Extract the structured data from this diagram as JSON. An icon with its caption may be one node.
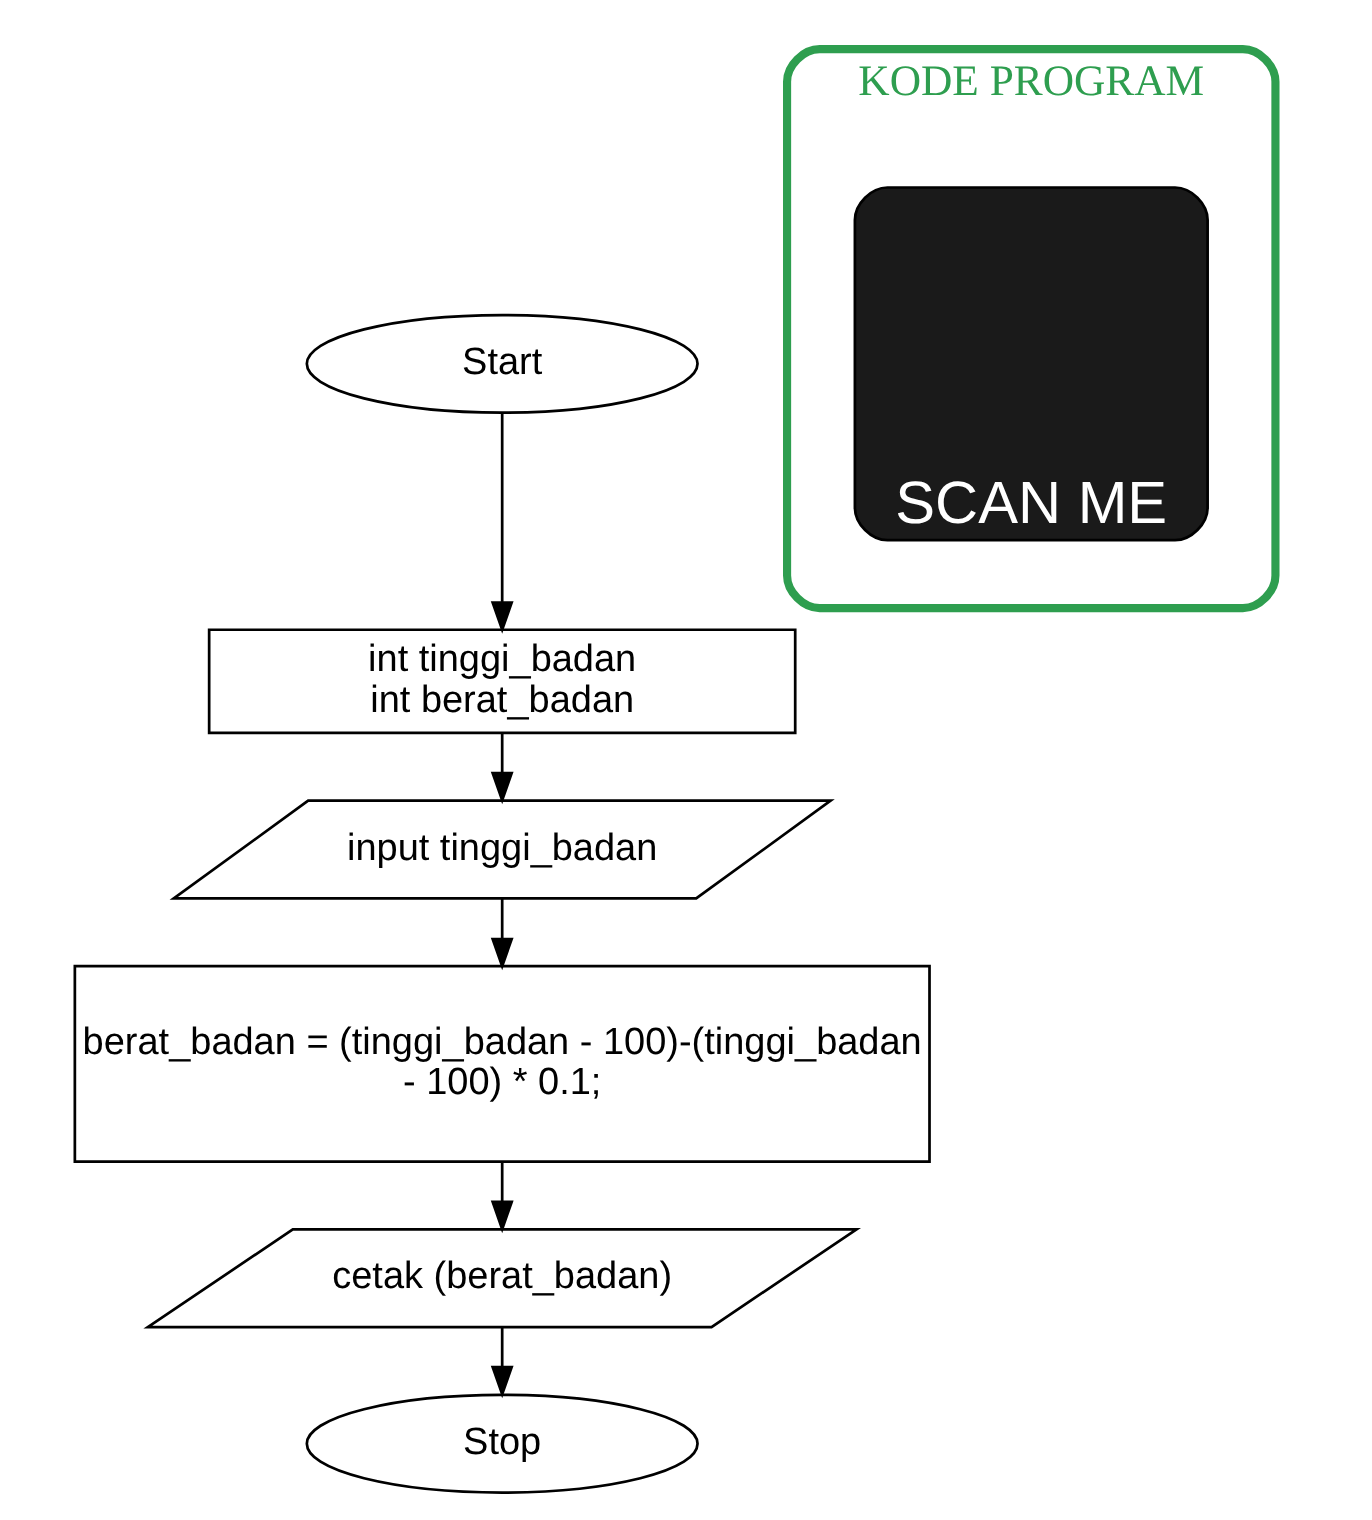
{
  "diagram": {
    "nodes": [
      {
        "text": [
          "Start"
        ]
      },
      {
        "text": [
          "int tinggi_badan int berat_badan"
        ]
      },
      {
        "text": [
          "input tinggi_badan"
        ]
      },
      {
        "text": [
          "berat_badan = (tinggi_badan - 100)-(tinggi_badan - 100) * 0.1;"
        ]
      },
      {
        "text": [
          "cetak (berat_badan)"
        ]
      },
      {
        "text": [
          "Stop"
        ]
      },
      {
        "text": [
          "KODE PROGRAM"
        ]
      },
      {
        "text": [
          "SCAN ME"
        ],
        "in": 6
      }
    ],
    "edges": [
      {
        "from": 0,
        "to": 1,
        "arrow": "to"
      },
      {
        "from": 1,
        "to": 2,
        "arrow": "to"
      },
      {
        "from": 2,
        "to": 3,
        "arrow": "to"
      },
      {
        "from": 3,
        "to": 4,
        "arrow": "to"
      },
      {
        "from": 4,
        "to": 5,
        "arrow": "to"
      }
    ]
  }
}
